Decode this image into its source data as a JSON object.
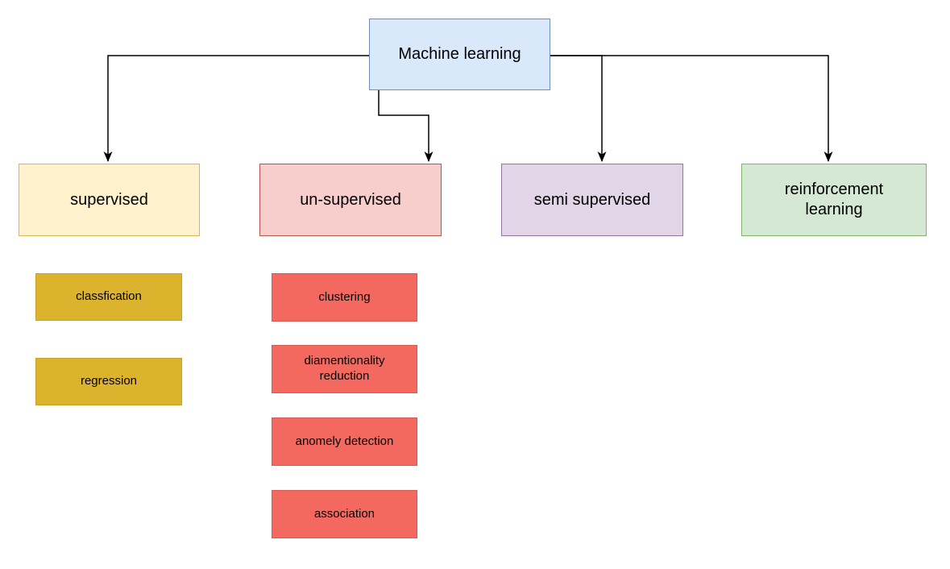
{
  "diagram": {
    "connector_color": "#000000",
    "text_color": "#000000",
    "background_color": "#ffffff",
    "root": {
      "label": "Machine learning",
      "fill": "#dae8fc",
      "stroke": "#6c8ebf"
    },
    "branches": [
      {
        "label": "supervised",
        "fill": "#fff2cc",
        "stroke": "#d6b656",
        "children": [
          {
            "label": "classfication",
            "fill": "#dbb32d",
            "stroke": "#c9a227"
          },
          {
            "label": "regression",
            "fill": "#dbb32d",
            "stroke": "#c9a227"
          }
        ]
      },
      {
        "label": "un-supervised",
        "fill": "#f8cecc",
        "stroke": "#b85450",
        "children": [
          {
            "label": "clustering",
            "fill": "#f4695f",
            "stroke": "#d75a50"
          },
          {
            "label": "diamentionality reduction",
            "fill": "#f4695f",
            "stroke": "#d75a50"
          },
          {
            "label": "anomely detection",
            "fill": "#f4695f",
            "stroke": "#d75a50"
          },
          {
            "label": "association",
            "fill": "#f4695f",
            "stroke": "#d75a50"
          }
        ]
      },
      {
        "label": "semi supervised",
        "fill": "#e1d5e7",
        "stroke": "#9673a6",
        "children": []
      },
      {
        "label": "reinforcement learning",
        "fill": "#d5e8d4",
        "stroke": "#82b366",
        "children": []
      }
    ]
  }
}
